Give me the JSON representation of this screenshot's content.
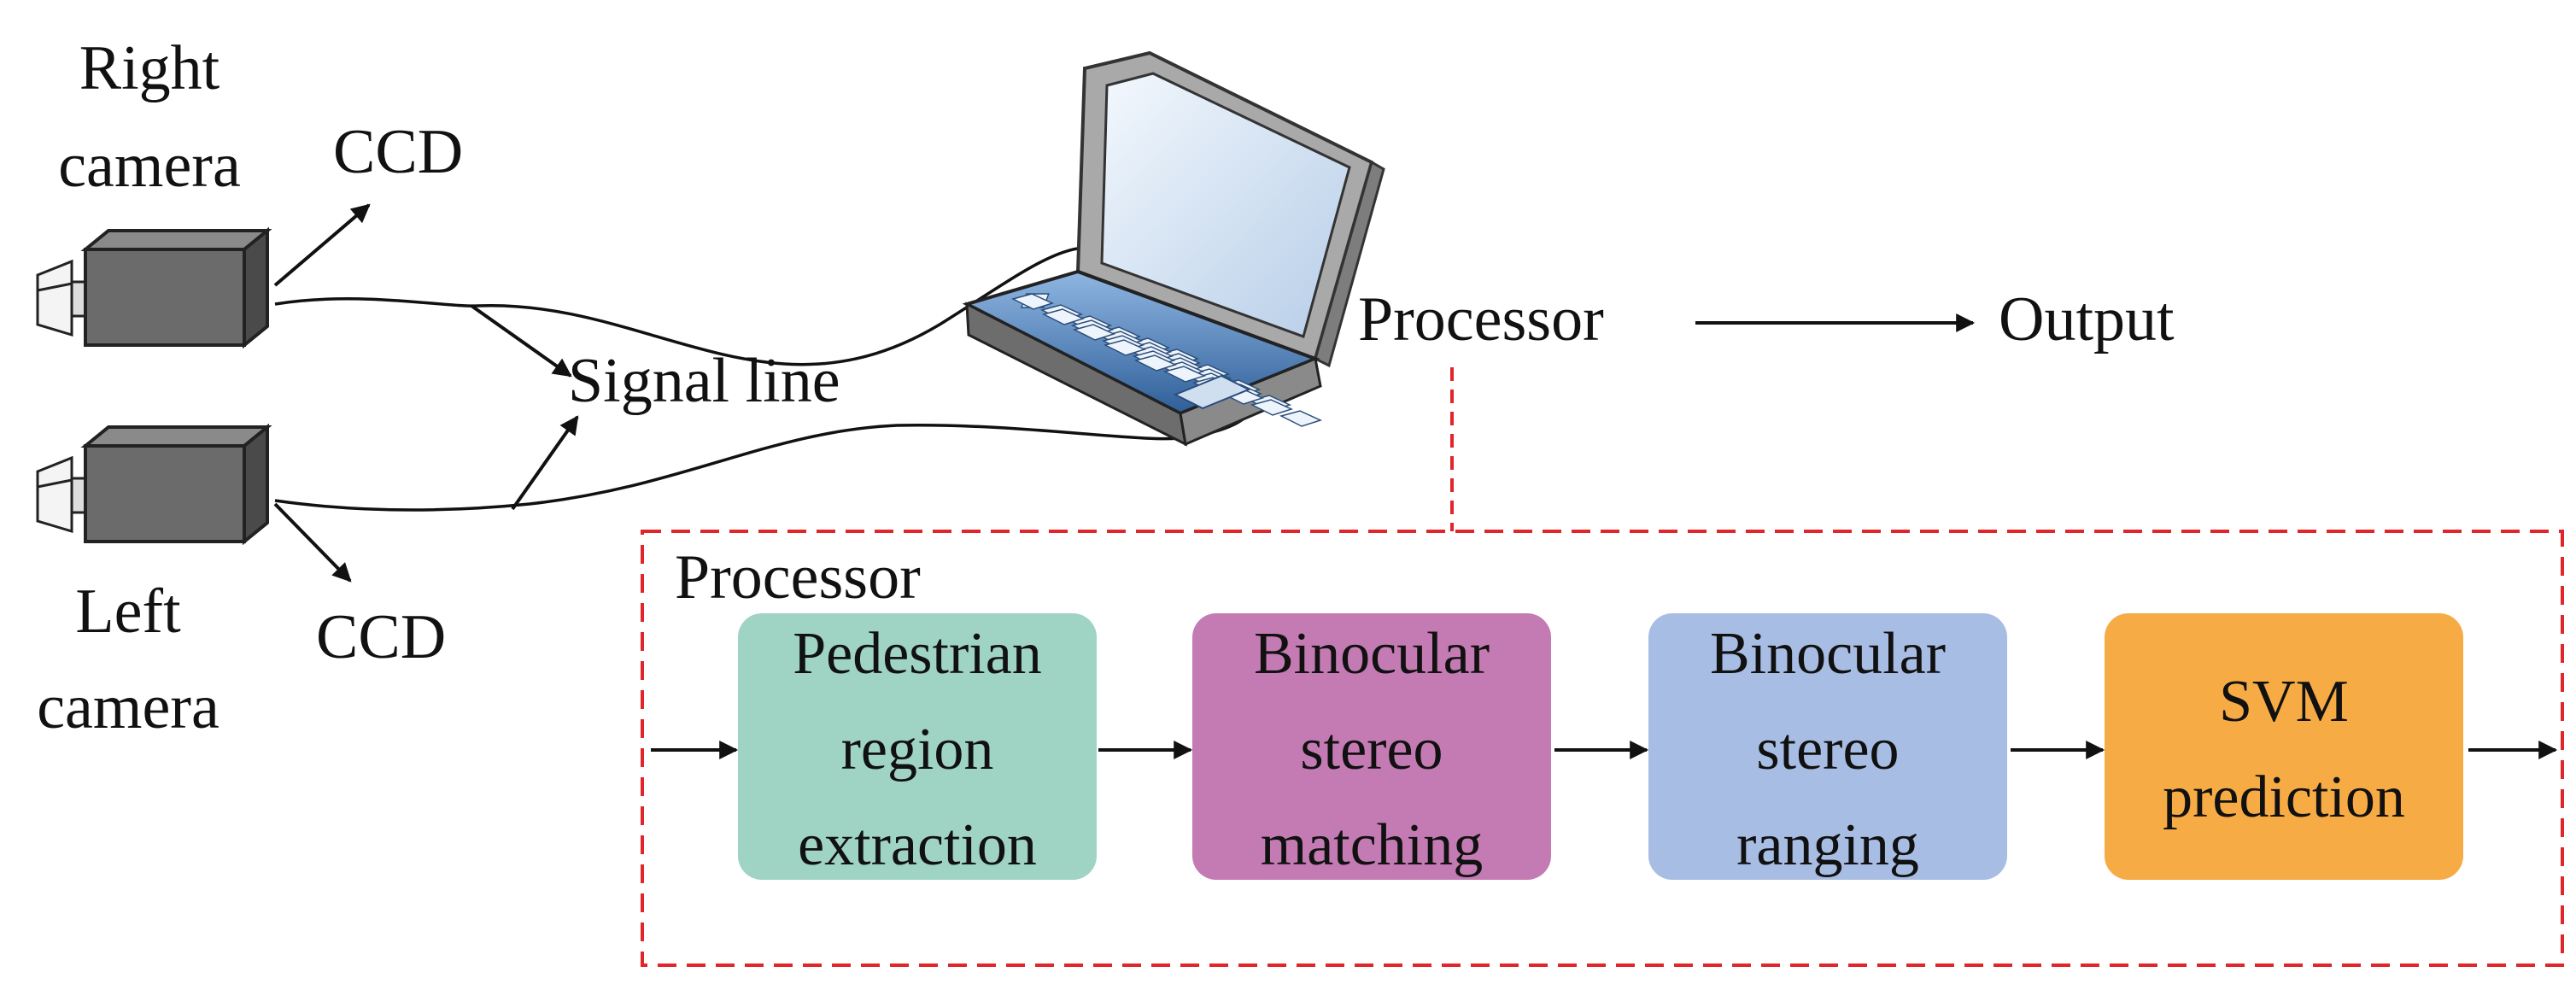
{
  "labels": {
    "right_camera": [
      "Right",
      "camera"
    ],
    "left_camera": [
      "Left",
      "camera"
    ],
    "ccd_top": "CCD",
    "ccd_bottom": "CCD",
    "signal_line": "Signal line",
    "processor": "Processor",
    "output": "Output",
    "processor_box_title": "Processor"
  },
  "stages": [
    {
      "id": "pedestrian",
      "lines": [
        "Pedestrian",
        "region",
        "extraction"
      ],
      "color": "#9fd3c4"
    },
    {
      "id": "matching",
      "lines": [
        "Binocular",
        "stereo",
        "matching"
      ],
      "color": "#c47bb3"
    },
    {
      "id": "ranging",
      "lines": [
        "Binocular",
        "stereo",
        "ranging"
      ],
      "color": "#a8bde3"
    },
    {
      "id": "svm",
      "lines": [
        "SVM",
        "prediction"
      ],
      "color": "#f7ab45"
    }
  ],
  "colors": {
    "dashed_border": "#e0262b",
    "camera_body": "#6e6e6e",
    "laptop_screen": "#cfe0f3",
    "laptop_body": "#5d90c8"
  },
  "icons": [
    "camera-icon",
    "laptop-icon"
  ]
}
